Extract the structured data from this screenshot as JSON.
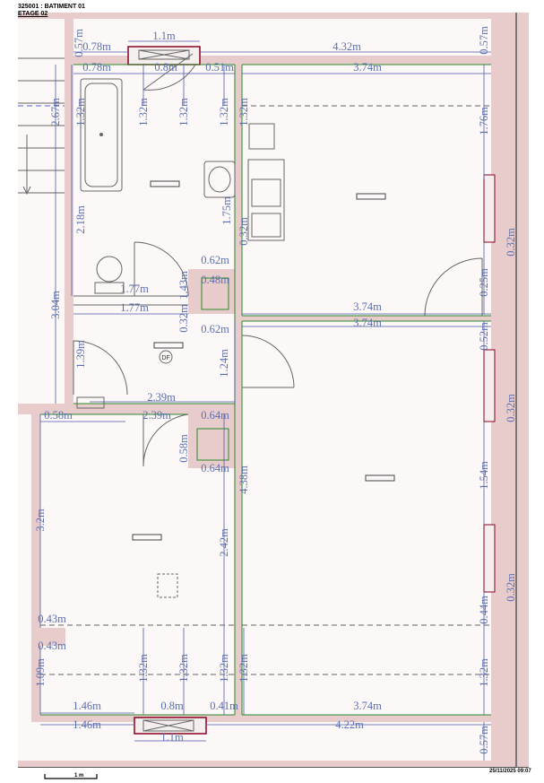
{
  "header": {
    "project": "325001 : BATIMENT 01",
    "floor": "ETAGE 02"
  },
  "footer": {
    "timestamp": "25/11/2025 09:07",
    "scale_label": "1 m"
  },
  "symbols": {
    "df": "DF"
  },
  "dims": [
    "1.1m",
    "0.57m",
    "0.78m",
    "4.32m",
    "0.57m",
    "0.78m",
    "0.8m",
    "0.51m",
    "3.74m",
    "2.67m",
    "1.32m",
    "1.32m",
    "1.32m",
    "1.32m",
    "1.32m",
    "1.76m",
    "2.18m",
    "1.75m",
    "0.32m",
    "0.62m",
    "0.48m",
    "1.77m",
    "1.43m",
    "3.04m",
    "0.25m",
    "3.74m",
    "1.77m",
    "0.62m",
    "3.74m",
    "0.32m",
    "1.39m",
    "1.24m",
    "0.52m",
    "2.39m",
    "2.39m",
    "0.58m",
    "0.64m",
    "0.64m",
    "0.58m",
    "4.38m",
    "1.54m",
    "0.32m",
    "0.32m",
    "0.32m",
    "3.2m",
    "2.42m",
    "0.43m",
    "0.43m",
    "0.44m",
    "1.09m",
    "1.32m",
    "1.32m",
    "1.32m",
    "1.32m",
    "1.32m",
    "1.46m",
    "1.46m",
    "0.8m",
    "0.41m",
    "3.74m",
    "4.22m",
    "1.1m",
    "0.57m"
  ]
}
